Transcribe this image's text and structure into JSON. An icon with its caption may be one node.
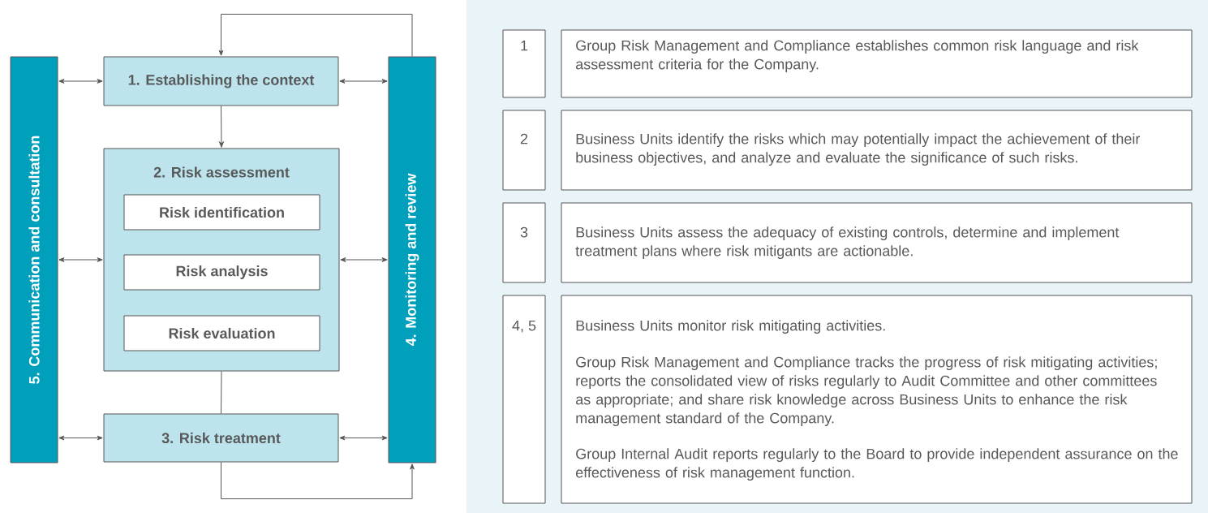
{
  "diagram": {
    "nodes": [
      {
        "text": [
          "5. Communication and consultation"
        ]
      },
      {
        "text": [
          "1. Establishing the context"
        ]
      },
      {
        "text": [
          "2. Risk assessment"
        ]
      },
      {
        "text": [
          "Risk identification"
        ],
        "in": 2
      },
      {
        "text": [
          "Risk analysis"
        ],
        "in": 2
      },
      {
        "text": [
          "Risk evaluation"
        ],
        "in": 2
      },
      {
        "text": [
          "3. Risk treatment"
        ]
      },
      {
        "text": [
          "4. Monitoring and review"
        ]
      }
    ],
    "edges": [
      {
        "from": 0,
        "to": 1,
        "arrow": "both"
      },
      {
        "from": 1,
        "to": 7,
        "arrow": "both"
      },
      {
        "from": 0,
        "to": 2,
        "arrow": "both"
      },
      {
        "from": 2,
        "to": 7,
        "arrow": "both"
      },
      {
        "from": 0,
        "to": 6,
        "arrow": "both"
      },
      {
        "from": 6,
        "to": 7,
        "arrow": "both"
      },
      {
        "from": 1,
        "to": 2,
        "arrow": "to"
      },
      {
        "from": 2,
        "to": 6,
        "arrow": "none"
      },
      {
        "from": 6,
        "to": 7,
        "arrow": "to"
      },
      {
        "from": 7,
        "to": 1,
        "arrow": "to"
      }
    ],
    "labels": [
      "1",
      "Group Risk Management and Compliance establishes common risk language and risk assessment criteria for the Company.",
      "2",
      "Business Units identify the risks which may potentially impact the achievement of their business objectives, and analyze and evaluate the significance of such risks.",
      "3",
      "Business Units assess the adequacy of existing controls, determine and implement treatment plans where risk mitigants are actionable.",
      "4, 5",
      "Business Units monitor risk mitigating activities.",
      "Group Risk Management and Compliance tracks the progress of risk mitigating activities; reports the consolidated view of risks regularly to Audit Committee and other committees as appropriate; and share risk knowledge across Business Units to enhance the risk management standard of the Company.",
      "Group Internal Audit reports regularly to the Board to provide independent assurance on the effectiveness of risk management function."
    ]
  }
}
